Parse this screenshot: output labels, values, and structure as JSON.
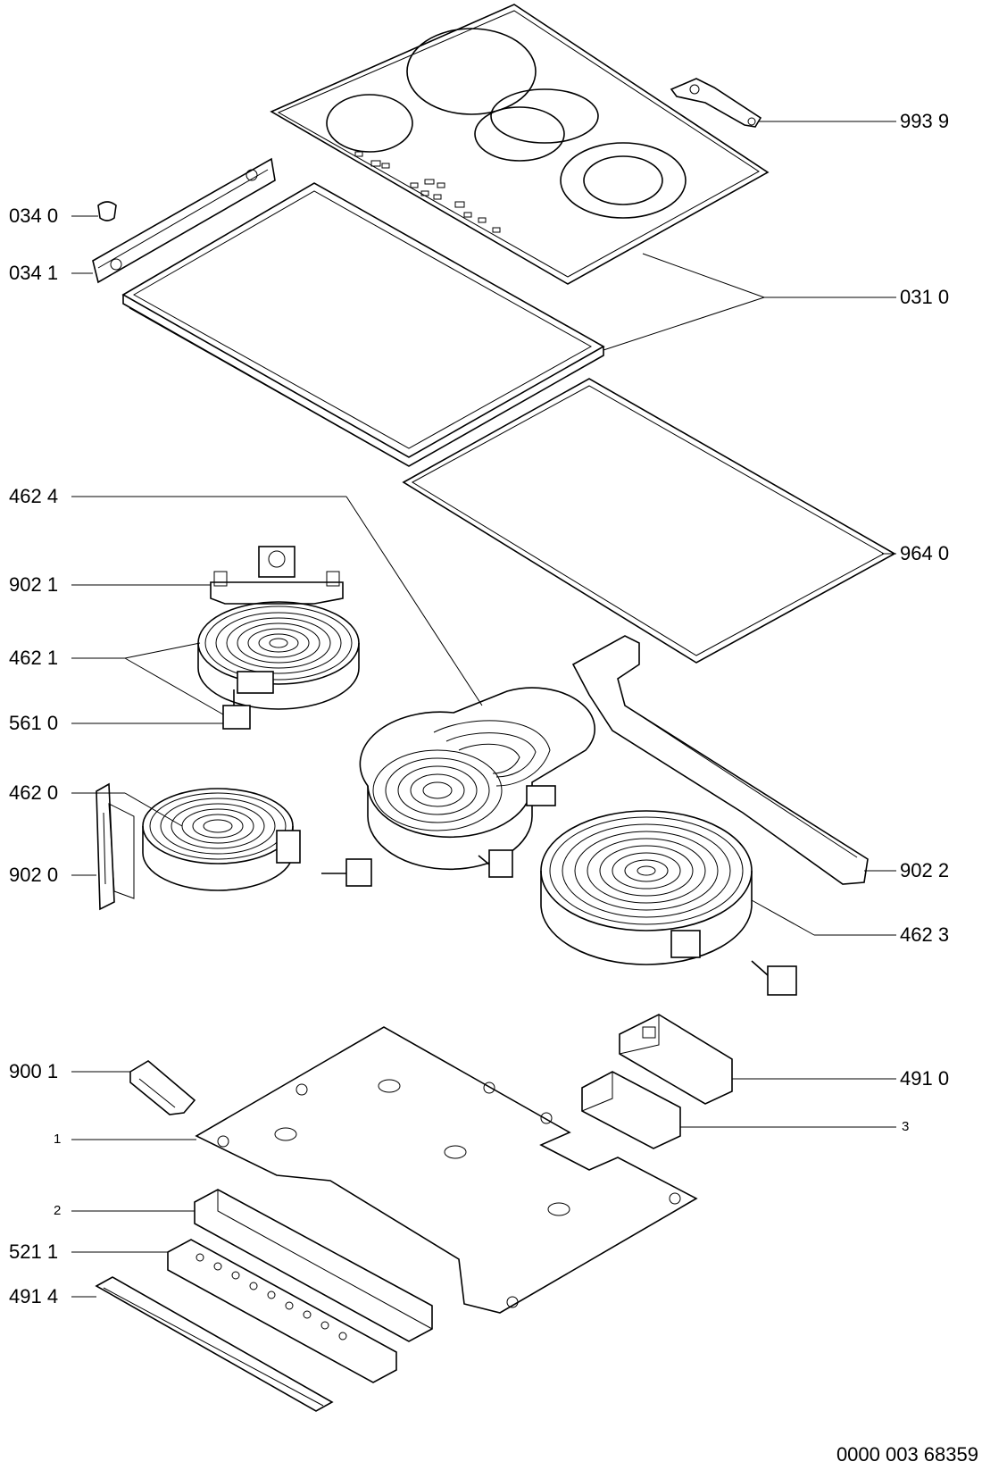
{
  "labels": {
    "l_993_9": "993 9",
    "l_034_0": "034 0",
    "l_034_1": "034 1",
    "l_031_0": "031 0",
    "l_462_4": "462 4",
    "l_964_0": "964 0",
    "l_902_1": "902 1",
    "l_462_1": "462 1",
    "l_561_0": "561 0",
    "l_462_0": "462 0",
    "l_902_0": "902 0",
    "l_902_2": "902 2",
    "l_462_3": "462 3",
    "l_900_1": "900 1",
    "l_491_0": "491 0",
    "l_1": "1",
    "l_3": "3",
    "l_2": "2",
    "l_521_1": "521 1",
    "l_491_4": "491 4"
  },
  "document_number": "0000 003 68359"
}
